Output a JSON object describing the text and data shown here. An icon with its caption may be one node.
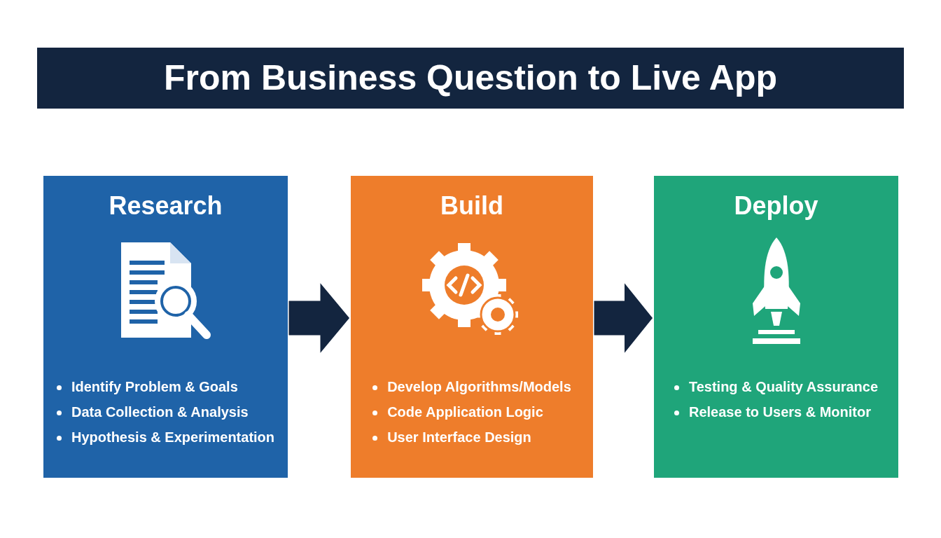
{
  "diagram": {
    "title": "From Business Question to Live App",
    "nodes": [
      {
        "text": [
          "Research",
          "Identify Problem & Goals",
          "Data Collection & Analysis",
          "Hypothesis & Experimentation"
        ]
      },
      {
        "text": [
          "Build",
          "Develop Algorithms/Models",
          "Code Application Logic",
          "User Interface Design"
        ]
      },
      {
        "text": [
          "Deploy",
          "Testing & Quality Assurance",
          "Release to Users & Monitor"
        ]
      }
    ],
    "edges": [
      {
        "from": 0,
        "to": 1,
        "arrow": "to",
        "style": "thick"
      },
      {
        "from": 1,
        "to": 2,
        "arrow": "to",
        "style": "thick"
      }
    ]
  }
}
